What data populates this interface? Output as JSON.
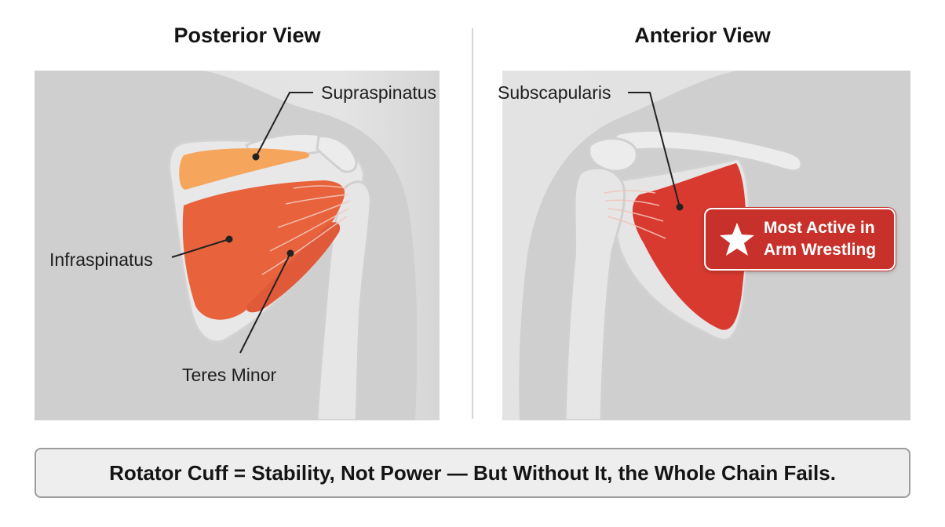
{
  "posterior": {
    "title": "Posterior View",
    "labels": {
      "supraspinatus": "Supraspinatus",
      "infraspinatus": "Infraspinatus",
      "teres_minor": "Teres Minor"
    }
  },
  "anterior": {
    "title": "Anterior View",
    "labels": {
      "subscapularis": "Subscapularis"
    },
    "badge": {
      "icon": "star-icon",
      "line1": "Most Active in",
      "line2": "Arm Wrestling"
    }
  },
  "caption": "Rotator Cuff = Stability, Not Power — But Without It, the Whole Chain Fails.",
  "colors": {
    "supraspinatus": "#f5a55c",
    "infraspinatus": "#e8633c",
    "teres_minor": "#e05a3a",
    "subscapularis": "#d93a30",
    "badge": "#c8312b",
    "bone": "#e9e9e9",
    "body": "#cfcfcf"
  }
}
